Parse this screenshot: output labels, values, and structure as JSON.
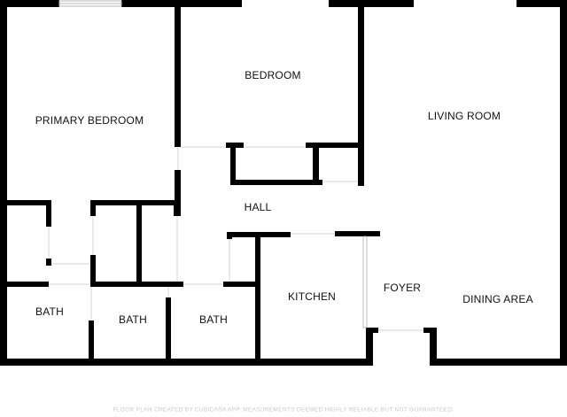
{
  "rooms": {
    "primary_bedroom": "PRIMARY BEDROOM",
    "bedroom": "BEDROOM",
    "living_room": "LIVING ROOM",
    "hall": "HALL",
    "kitchen": "KITCHEN",
    "foyer": "FOYER",
    "dining_area": "DINING AREA",
    "bath_1": "BATH",
    "bath_2": "BATH",
    "bath_3": "BATH"
  },
  "footer": "FLOOR PLAN CREATED BY CUBICASA APP. MEASUREMENTS DEEMED HIGHLY RELIABLE BUT NOT GUARANTEED.",
  "colors": {
    "wall": "#000000",
    "door_opening": "#e6e6e6",
    "window": "#c8c8c8",
    "background": "#ffffff"
  }
}
